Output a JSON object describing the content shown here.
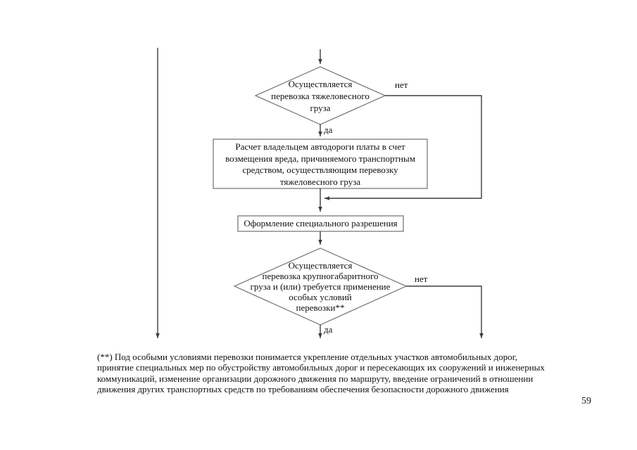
{
  "page": {
    "number": "59",
    "background_color": "#ffffff",
    "text_color": "#111111"
  },
  "colors": {
    "connector_line": "#3d3d3d",
    "shape_outline": "#6e6e6e",
    "shape_fill": "#ffffff"
  },
  "flowchart": {
    "decision1": {
      "lines": [
        "Осуществляется",
        "перевозка тяжеловесного",
        "груза"
      ]
    },
    "process1": {
      "lines": [
        "Расчет владельцем автодороги платы в счет",
        "возмещения вреда, причиняемого транспортным",
        "средством, осуществляющим перевозку",
        "тяжеловесного груза"
      ]
    },
    "process2": {
      "label": "Оформление специального разрешения"
    },
    "decision2": {
      "lines": [
        "Осуществляется",
        "перевозка крупногабаритного",
        "груза и (или) требуется применение",
        "особых условий",
        "перевозки**"
      ]
    },
    "labels": {
      "yes1": "да",
      "no1": "нет",
      "yes2": "да",
      "no2": "нет"
    }
  },
  "footnote": {
    "lines": [
      "(**) Под особыми условиями перевозки понимается укрепление отдельных участков автомобильных дорог,",
      "принятие специальных мер по обустройству автомобильных дорог и пересекающих их сооружений и инженерных",
      "коммуникаций, изменение организации дорожного движения по маршруту, введение ограничений в отношении",
      "движения других транспортных средств по требованиям обеспечения безопасности дорожного движения"
    ]
  }
}
